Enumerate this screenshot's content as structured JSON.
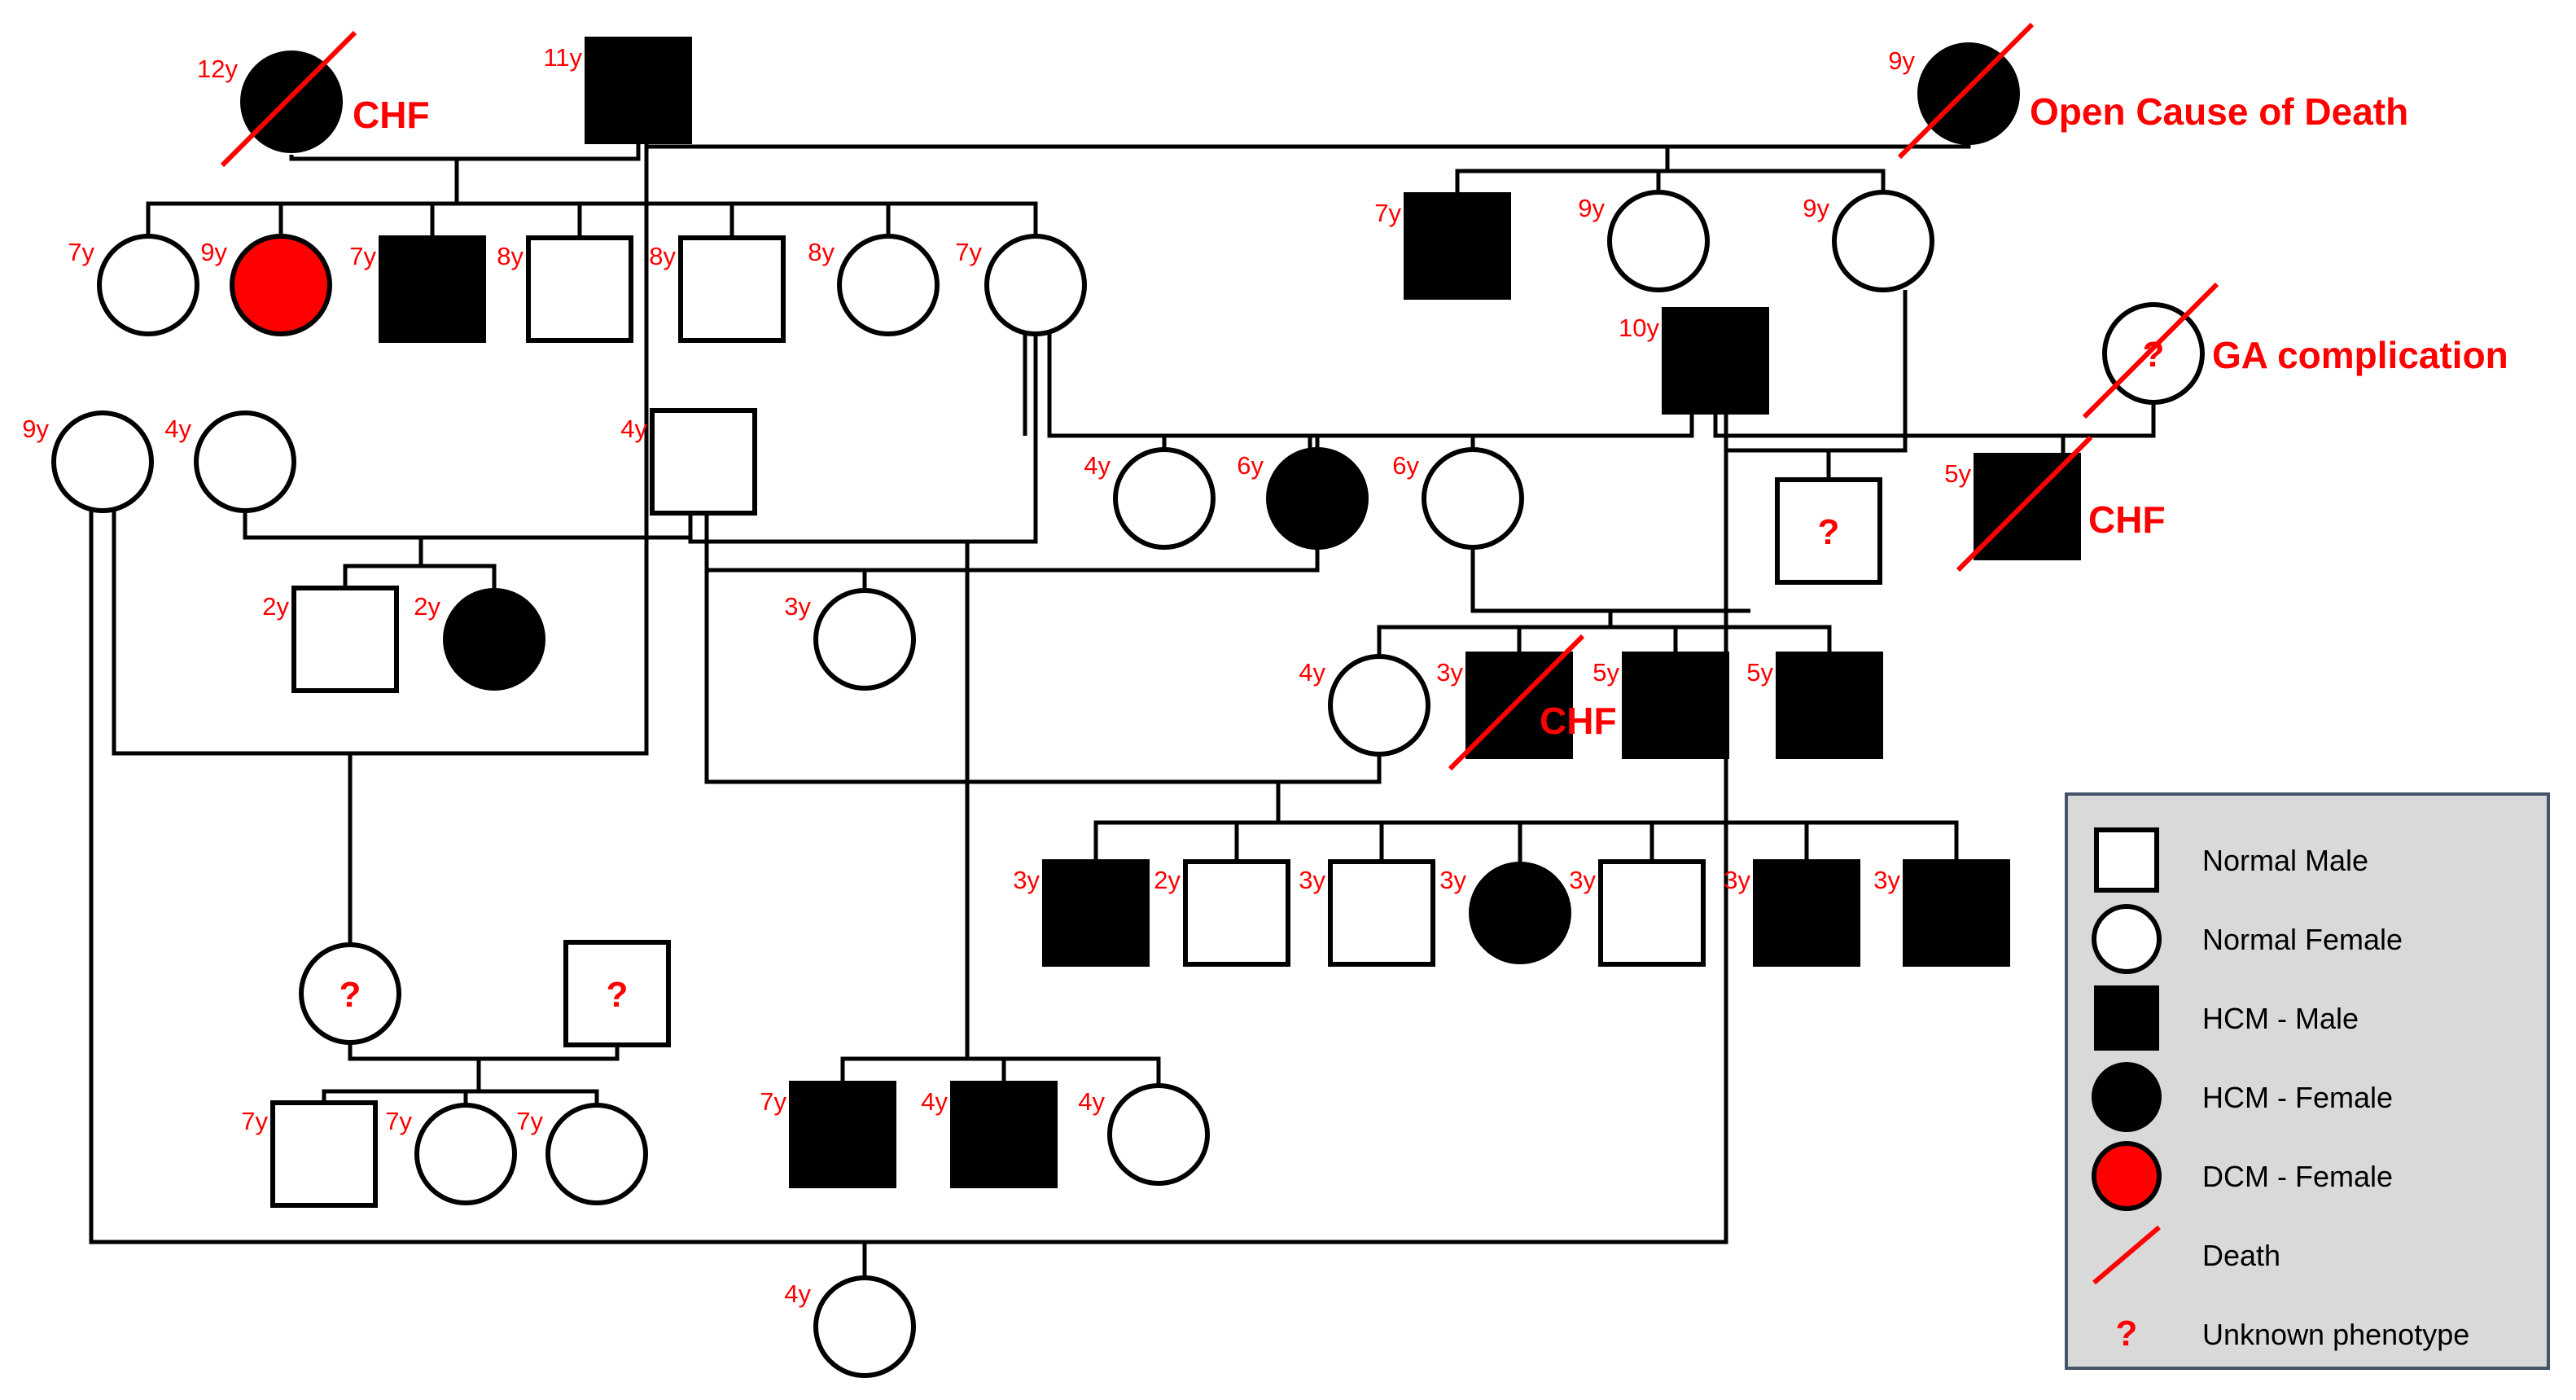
{
  "colors": {
    "line": "#000000",
    "hcm": "#000000",
    "dcm": "#ff0000",
    "annotation": "#ff0000",
    "legend_bg": "#d9d9d9",
    "legend_border": "#44546a"
  },
  "individuals": [
    {
      "id": "i1",
      "sex": "female",
      "phenotype": "hcm",
      "deceased": true,
      "age": "12y",
      "cause": "CHF"
    },
    {
      "id": "i2",
      "sex": "male",
      "phenotype": "hcm",
      "deceased": false,
      "age": "11y"
    },
    {
      "id": "i3",
      "sex": "female",
      "phenotype": "hcm",
      "deceased": true,
      "age": "9y",
      "cause": "Open Cause of Death"
    },
    {
      "id": "i4",
      "sex": "female",
      "phenotype": "normal",
      "age": "7y"
    },
    {
      "id": "i5",
      "sex": "female",
      "phenotype": "dcm",
      "age": "9y"
    },
    {
      "id": "i6",
      "sex": "male",
      "phenotype": "hcm",
      "age": "7y"
    },
    {
      "id": "i7",
      "sex": "male",
      "phenotype": "normal",
      "age": "8y"
    },
    {
      "id": "i8",
      "sex": "male",
      "phenotype": "normal",
      "age": "8y"
    },
    {
      "id": "i9",
      "sex": "female",
      "phenotype": "normal",
      "age": "8y"
    },
    {
      "id": "i10",
      "sex": "female",
      "phenotype": "normal",
      "age": "7y"
    },
    {
      "id": "i11",
      "sex": "male",
      "phenotype": "hcm",
      "age": "7y"
    },
    {
      "id": "i12",
      "sex": "female",
      "phenotype": "normal",
      "age": "9y"
    },
    {
      "id": "i13",
      "sex": "female",
      "phenotype": "normal",
      "age": "9y"
    },
    {
      "id": "i14",
      "sex": "male",
      "phenotype": "hcm",
      "age": "10y"
    },
    {
      "id": "i15",
      "sex": "female",
      "phenotype": "unknown",
      "deceased": true,
      "age": "",
      "cause": "GA complication"
    },
    {
      "id": "i16",
      "sex": "female",
      "phenotype": "normal",
      "age": "9y"
    },
    {
      "id": "i17",
      "sex": "female",
      "phenotype": "normal",
      "age": "4y"
    },
    {
      "id": "i18",
      "sex": "male",
      "phenotype": "normal",
      "age": "4y"
    },
    {
      "id": "i19",
      "sex": "female",
      "phenotype": "normal",
      "age": "4y"
    },
    {
      "id": "i20",
      "sex": "female",
      "phenotype": "hcm",
      "age": "6y"
    },
    {
      "id": "i21",
      "sex": "female",
      "phenotype": "normal",
      "age": "6y"
    },
    {
      "id": "i22",
      "sex": "male",
      "phenotype": "unknown",
      "age": ""
    },
    {
      "id": "i23",
      "sex": "male",
      "phenotype": "hcm",
      "deceased": true,
      "age": "5y",
      "cause": "CHF"
    },
    {
      "id": "i24",
      "sex": "male",
      "phenotype": "normal",
      "age": "2y"
    },
    {
      "id": "i25",
      "sex": "female",
      "phenotype": "hcm",
      "age": "2y"
    },
    {
      "id": "i26",
      "sex": "female",
      "phenotype": "normal",
      "age": "3y"
    },
    {
      "id": "i27",
      "sex": "female",
      "phenotype": "normal",
      "age": "4y"
    },
    {
      "id": "i28",
      "sex": "male",
      "phenotype": "hcm",
      "deceased": true,
      "age": "3y",
      "cause": "CHF"
    },
    {
      "id": "i29",
      "sex": "male",
      "phenotype": "hcm",
      "age": "5y"
    },
    {
      "id": "i30",
      "sex": "male",
      "phenotype": "hcm",
      "age": "5y"
    },
    {
      "id": "i31",
      "sex": "male",
      "phenotype": "hcm",
      "age": "3y"
    },
    {
      "id": "i32",
      "sex": "male",
      "phenotype": "normal",
      "age": "2y"
    },
    {
      "id": "i33",
      "sex": "male",
      "phenotype": "normal",
      "age": "3y"
    },
    {
      "id": "i34",
      "sex": "female",
      "phenotype": "hcm",
      "age": "3y"
    },
    {
      "id": "i35",
      "sex": "male",
      "phenotype": "normal",
      "age": "3y"
    },
    {
      "id": "i36",
      "sex": "male",
      "phenotype": "hcm",
      "age": "3y"
    },
    {
      "id": "i37",
      "sex": "male",
      "phenotype": "hcm",
      "age": "3y"
    },
    {
      "id": "i38",
      "sex": "female",
      "phenotype": "unknown",
      "age": ""
    },
    {
      "id": "i39",
      "sex": "male",
      "phenotype": "unknown",
      "age": ""
    },
    {
      "id": "i40",
      "sex": "male",
      "phenotype": "normal",
      "age": "7y"
    },
    {
      "id": "i41",
      "sex": "female",
      "phenotype": "normal",
      "age": "7y"
    },
    {
      "id": "i42",
      "sex": "female",
      "phenotype": "normal",
      "age": "7y"
    },
    {
      "id": "i43",
      "sex": "male",
      "phenotype": "hcm",
      "age": "7y"
    },
    {
      "id": "i44",
      "sex": "male",
      "phenotype": "hcm",
      "age": "4y"
    },
    {
      "id": "i45",
      "sex": "female",
      "phenotype": "normal",
      "age": "4y"
    },
    {
      "id": "i46",
      "sex": "female",
      "phenotype": "normal",
      "age": "4y"
    }
  ],
  "unknown_mark": "?",
  "legend": [
    {
      "symbol": "square-normal",
      "label": "Normal Male"
    },
    {
      "symbol": "circle-normal",
      "label": "Normal Female"
    },
    {
      "symbol": "square-hcm",
      "label": "HCM - Male"
    },
    {
      "symbol": "circle-hcm",
      "label": "HCM - Female"
    },
    {
      "symbol": "circle-dcm",
      "label": "DCM - Female"
    },
    {
      "symbol": "death-slash",
      "label": "Death"
    },
    {
      "symbol": "question-mark",
      "label": "Unknown phenotype"
    }
  ]
}
